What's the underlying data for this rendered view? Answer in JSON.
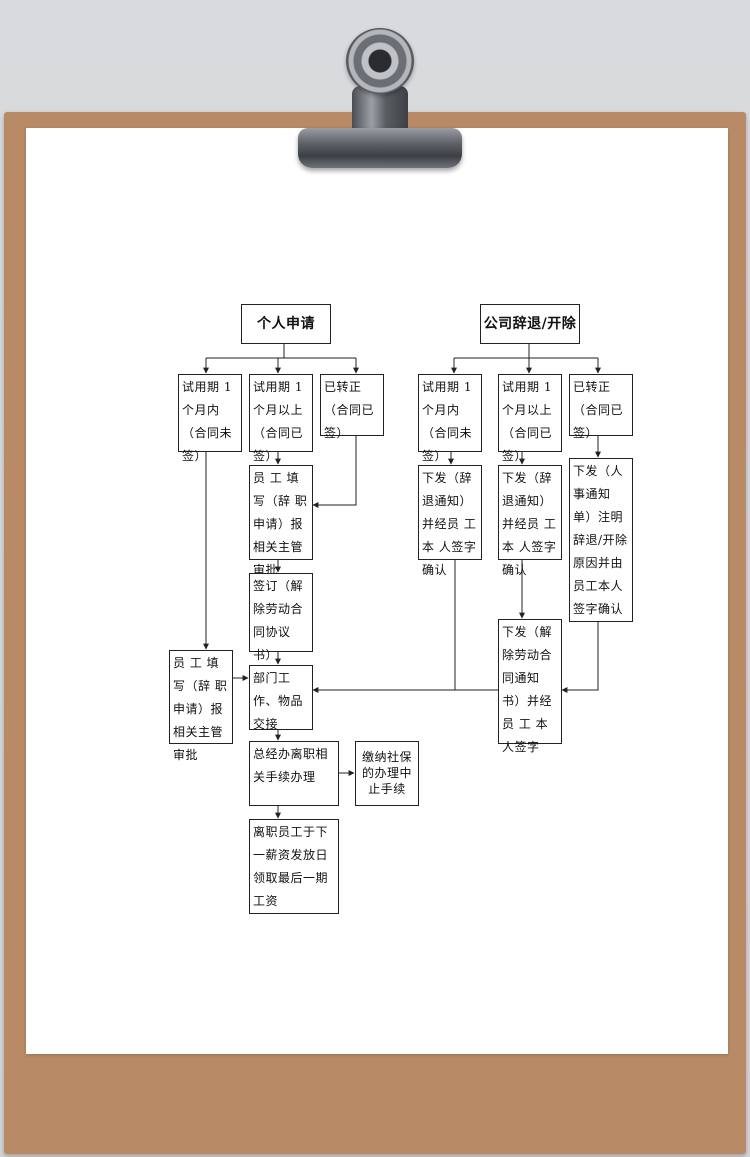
{
  "colors": {
    "board": "#b88a66",
    "paper": "#ffffff",
    "line": "#222222"
  },
  "icons": [
    "binder-clip-icon"
  ],
  "personal": {
    "title": "个人申请",
    "probation_in": "试用期 1 个月内（合同未签）",
    "probation_over": "试用期 1 个月以上（合同已签）",
    "regular": "已转正（合同已签）",
    "fill_form": "员 工 填 写（辞 职 申请）报相关主管审批",
    "sign_agreement": "签订（解除劳动合同协议书）",
    "fill_form_left": "员 工 填 写（辞 职 申请）报相关主管审批"
  },
  "company": {
    "title": "公司辞退/开除",
    "probation_in": "试用期 1 个月内（合同未签）",
    "probation_over": "试用期 1 个月以上（合同已签）",
    "regular": "已转正（合同已签）",
    "notice_a": "下发（辞退通知）并经员 工 本 人签字确认",
    "notice_b": "下发（辞退通知）并经员 工 本 人签字确认",
    "hr_notice": "下发（人事通知单）注明辞退/开除原因并由员工本人签字确认",
    "termination": "下发（解除劳动合同通知书）并经 员 工 本人签字"
  },
  "shared": {
    "handover": "部门工作、物品交接",
    "gm_office": "总经办离职相关手续办理",
    "social_security": "缴纳社保的办理中止手续",
    "final_pay": "离职员工于下一薪资发放日领取最后一期工资"
  }
}
